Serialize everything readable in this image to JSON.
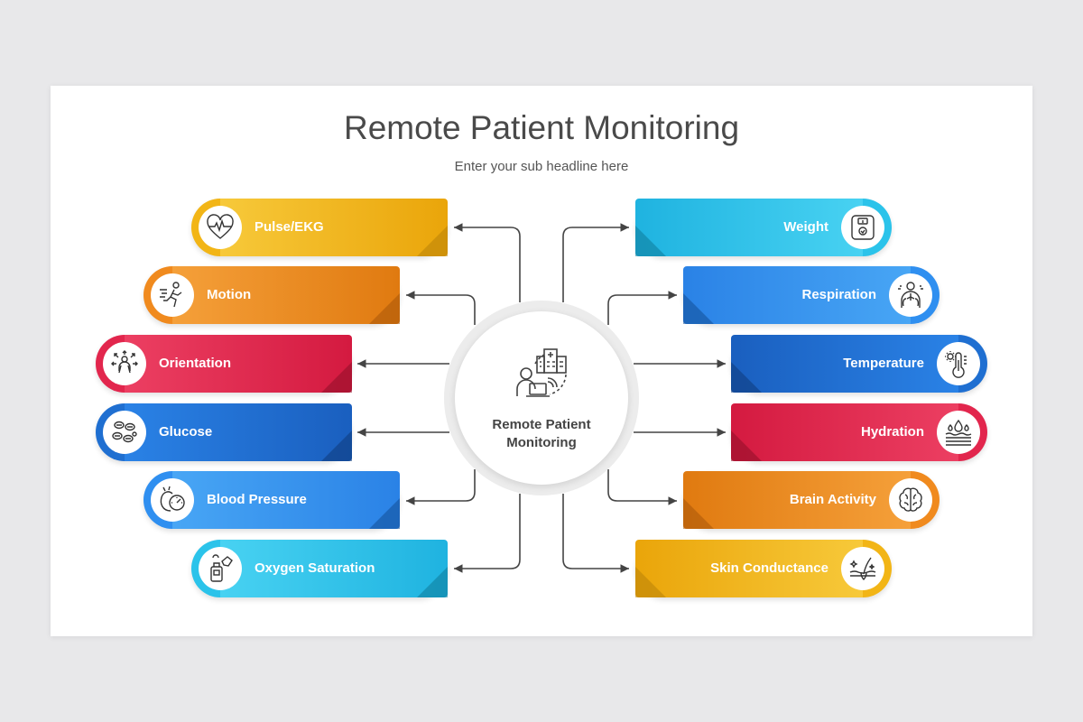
{
  "header": {
    "title": "Remote Patient Monitoring",
    "subtitle": "Enter your sub headline here"
  },
  "hub": {
    "label": "Remote Patient\nMonitoring",
    "icon": "remote-doctor-laptop-hospital-icon"
  },
  "left_items": [
    {
      "label": "Pulse/EKG",
      "icon": "heart-pulse-icon",
      "color": "#f2b516"
    },
    {
      "label": "Motion",
      "icon": "running-person-icon",
      "color": "#f08a1e"
    },
    {
      "label": "Orientation",
      "icon": "person-arrows-icon",
      "color": "#e2264d"
    },
    {
      "label": "Glucose",
      "icon": "glucose-cells-icon",
      "color": "#1f6fd1"
    },
    {
      "label": "Blood Pressure",
      "icon": "blood-pressure-gauge-icon",
      "color": "#2f8ff0"
    },
    {
      "label": "Oxygen Saturation",
      "icon": "oxygen-sensor-icon",
      "color": "#2bc3ea"
    }
  ],
  "right_items": [
    {
      "label": "Weight",
      "icon": "weight-scale-icon",
      "color": "#2bc3ea"
    },
    {
      "label": "Respiration",
      "icon": "lungs-icon",
      "color": "#2f8ff0"
    },
    {
      "label": "Temperature",
      "icon": "thermometer-icon",
      "color": "#1f6fd1"
    },
    {
      "label": "Hydration",
      "icon": "skin-droplets-icon",
      "color": "#e2264d"
    },
    {
      "label": "Brain Activity",
      "icon": "brain-icon",
      "color": "#f08a1e"
    },
    {
      "label": "Skin Conductance",
      "icon": "skin-hair-icon",
      "color": "#f2b516"
    }
  ]
}
